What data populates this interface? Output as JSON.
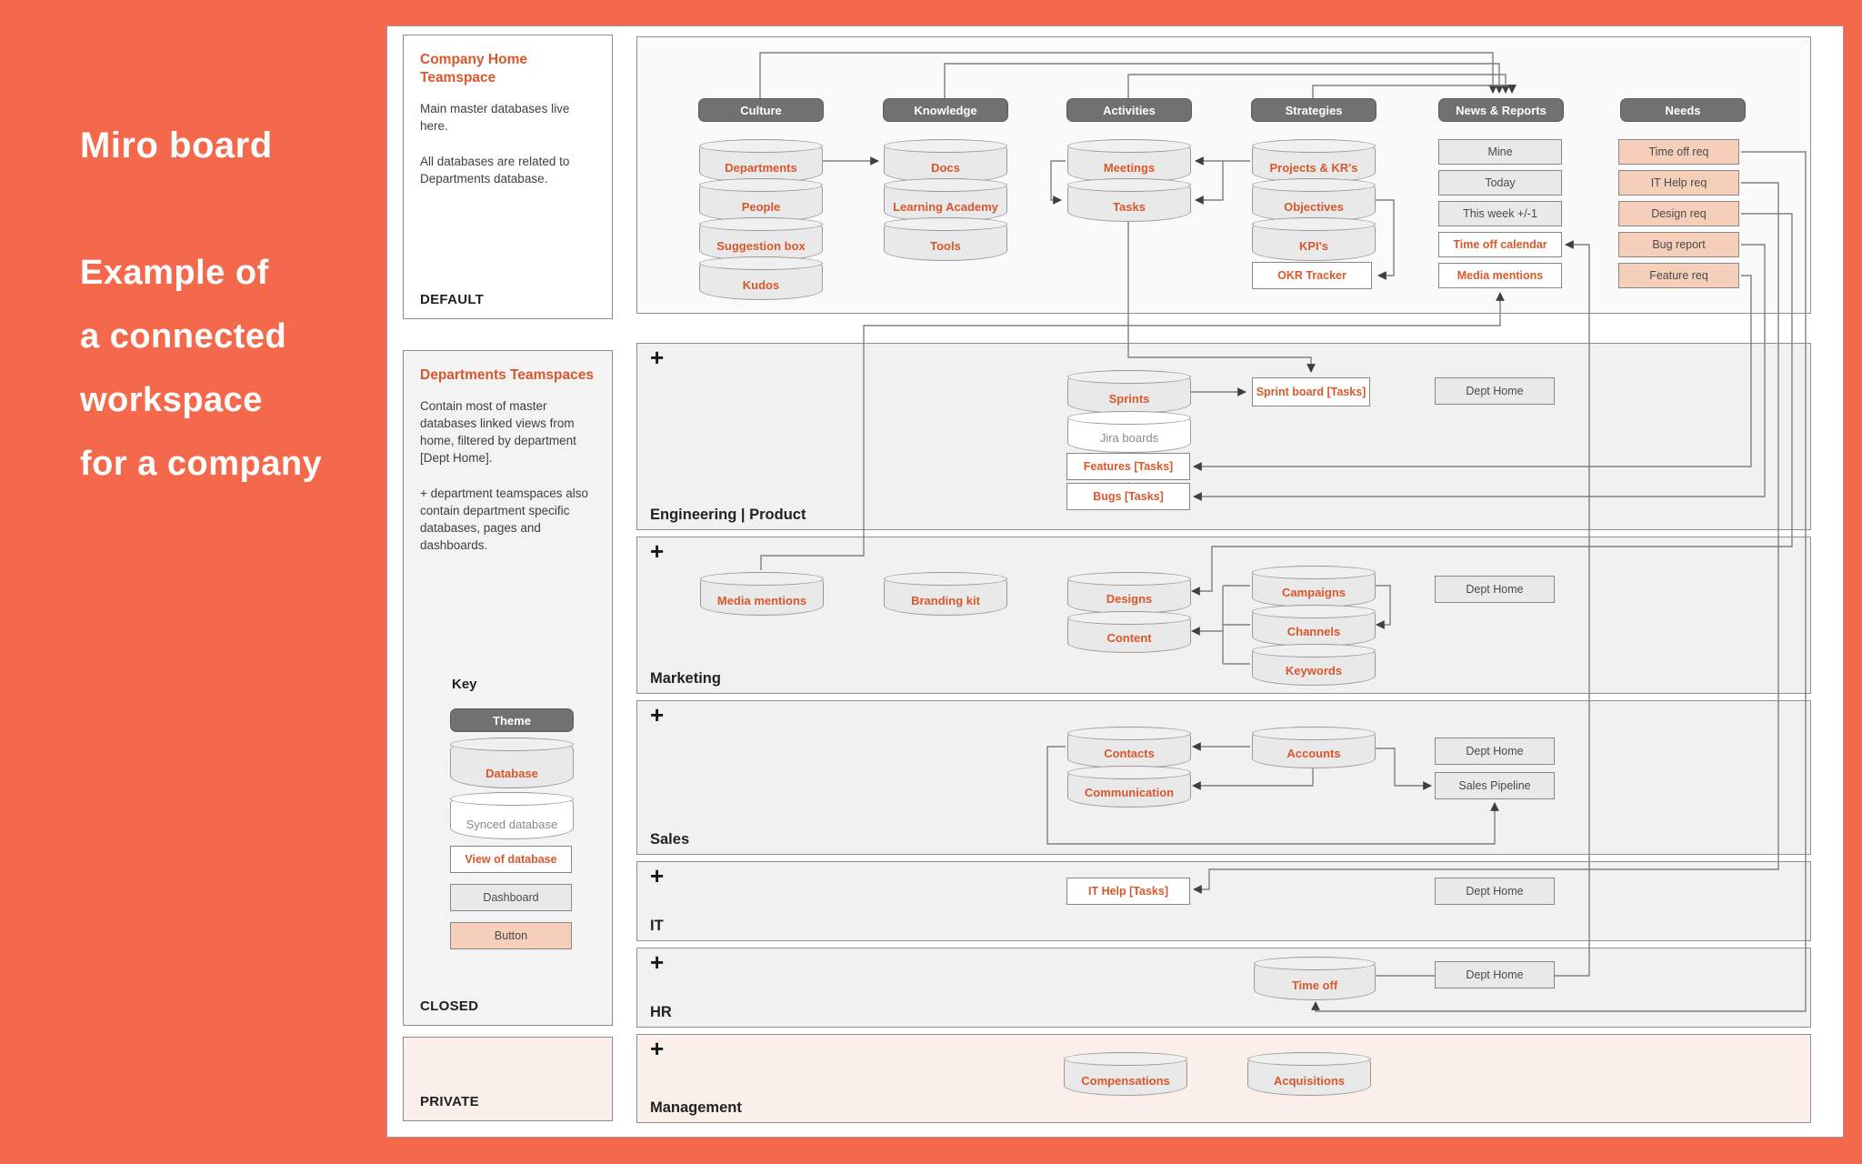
{
  "caption": {
    "title": "Miro board",
    "lines": [
      "Example of",
      "a connected",
      "workspace",
      "for a company"
    ]
  },
  "sidebar": {
    "company_home": {
      "title": "Company Home Teamspace",
      "body1": "Main master databases live here.",
      "body2": "All databases are related to Departments database.",
      "footer": "DEFAULT"
    },
    "departments": {
      "title": "Departments Teamspaces",
      "body1": "Contain most of master databases linked views from home, filtered by department [Dept Home].",
      "body2": "+ department teamspaces also contain department specific databases, pages and dashboards.",
      "key_title": "Key",
      "key": {
        "theme": "Theme",
        "database": "Database",
        "synced": "Synced database",
        "view": "View of database",
        "dashboard": "Dashboard",
        "button": "Button"
      },
      "footer": "CLOSED"
    },
    "private": {
      "footer": "PRIVATE"
    }
  },
  "themes": {
    "culture": "Culture",
    "knowledge": "Knowledge",
    "activities": "Activities",
    "strategies": "Strategies",
    "news": "News & Reports",
    "needs": "Needs"
  },
  "culture": [
    "Departments",
    "People",
    "Suggestion box",
    "Kudos"
  ],
  "knowledge": [
    "Docs",
    "Learning Academy",
    "Tools"
  ],
  "activities": [
    "Meetings",
    "Tasks"
  ],
  "strategies": [
    "Projects & KR's",
    "Objectives",
    "KPI's"
  ],
  "strategies_view": "OKR Tracker",
  "news": [
    "Mine",
    "Today",
    "This week +/-1",
    "Time off calendar",
    "Media mentions"
  ],
  "needs": [
    "Time off req",
    "IT Help req",
    "Design req",
    "Bug report",
    "Feature req"
  ],
  "shared": {
    "plus": "+",
    "dept_home": "Dept Home"
  },
  "rows": {
    "engineering": {
      "label": "Engineering | Product",
      "sprints": "Sprints",
      "jira": "Jira boards",
      "features": "Features [Tasks]",
      "bugs": "Bugs [Tasks]",
      "sprint_board": "Sprint board [Tasks]"
    },
    "marketing": {
      "label": "Marketing",
      "media_mentions": "Media mentions",
      "branding_kit": "Branding kit",
      "designs": "Designs",
      "content": "Content",
      "campaigns": "Campaigns",
      "channels": "Channels",
      "keywords": "Keywords"
    },
    "sales": {
      "label": "Sales",
      "contacts": "Contacts",
      "communication": "Communication",
      "accounts": "Accounts",
      "sales_pipeline": "Sales Pipeline"
    },
    "it": {
      "label": "IT",
      "it_help": "IT Help [Tasks]"
    },
    "hr": {
      "label": "HR",
      "time_off": "Time off"
    },
    "management": {
      "label": "Management",
      "compensations": "Compensations",
      "acquisitions": "Acquisitions"
    }
  },
  "colors": {
    "background": "#F4694B",
    "accent_text": "#D9572B",
    "theme_pill": "#717171",
    "button_fill": "#F6CFBA",
    "row_bg": "#F1F1F1",
    "private_bg": "#FBEFE9"
  }
}
